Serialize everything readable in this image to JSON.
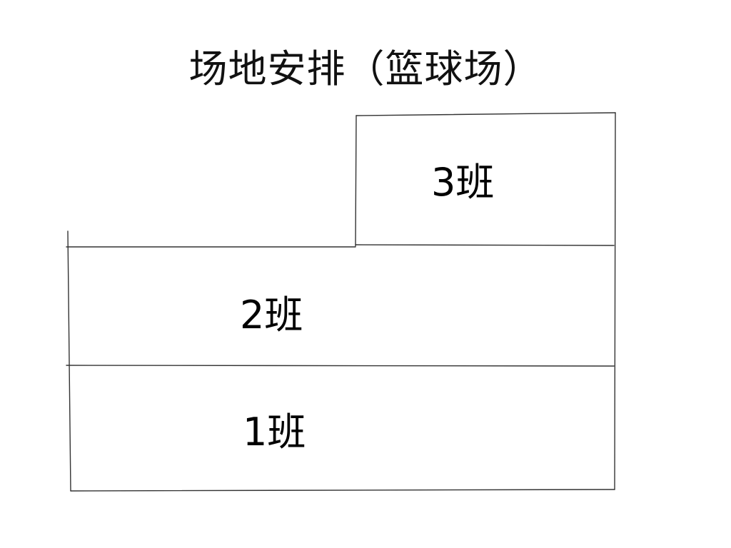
{
  "title": "场地安排（篮球场）",
  "zones": [
    {
      "id": "class-3",
      "label": "3班"
    },
    {
      "id": "class-2",
      "label": "2班"
    },
    {
      "id": "class-1",
      "label": "1班"
    }
  ],
  "colors": {
    "background": "#ffffff",
    "line": "#333333",
    "text": "#000000"
  }
}
